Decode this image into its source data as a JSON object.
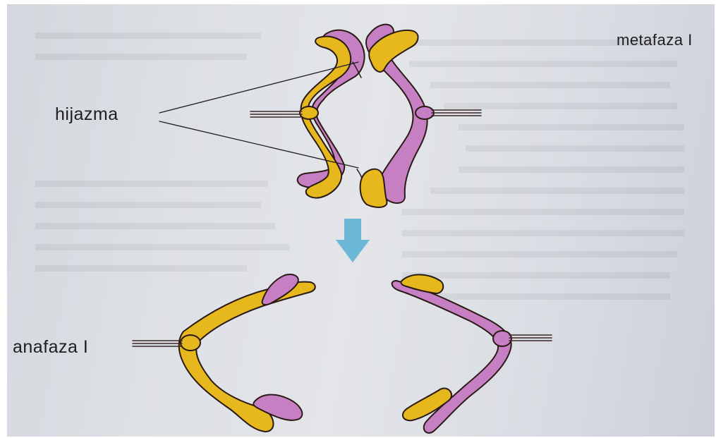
{
  "labels": {
    "metaphase": "metafaza I",
    "chiasma": "hijazma",
    "anaphase": "anafaza I"
  },
  "colors": {
    "yellow_chromatid": "#e6b81e",
    "purple_chromatid": "#c77fc4",
    "arrow": "#6bb8d6",
    "outline": "#2a1a14",
    "page": "#e0e2e6"
  },
  "icons": {
    "arrow": "down-arrow-icon"
  }
}
